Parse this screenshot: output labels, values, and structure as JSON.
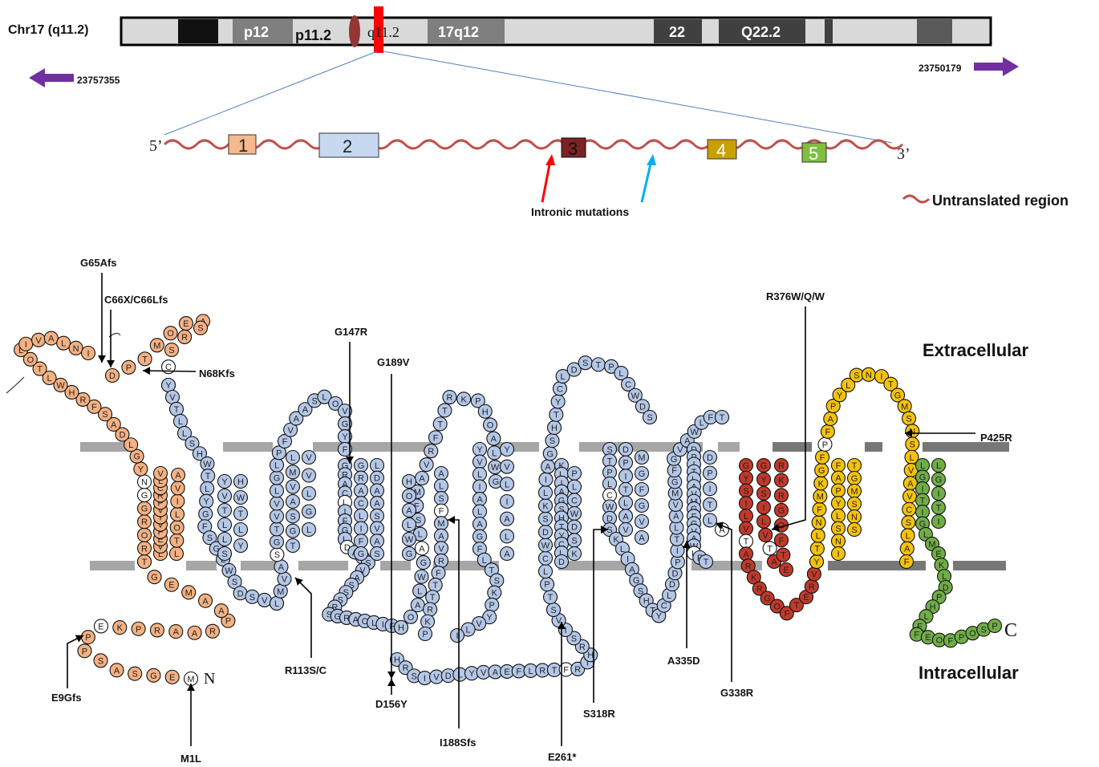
{
  "chromosome": {
    "label": "Chr17 (q11.2)",
    "bands": [
      "p12",
      "p11.2",
      "q11.2",
      "17q12",
      "22",
      "Q22.2"
    ],
    "coord_left": "23757355",
    "coord_right": "23750179"
  },
  "gene": {
    "five_prime": "5’",
    "three_prime": "3’",
    "exons": [
      {
        "label": "1",
        "color": "#f6b88e"
      },
      {
        "label": "2",
        "color": "#c6d9f1"
      },
      {
        "label": "3",
        "color": "#7b2323"
      },
      {
        "label": "4",
        "color": "#c9a000"
      },
      {
        "label": "5",
        "color": "#7fbf3f"
      }
    ],
    "intronic_label": "Intronic mutations",
    "legend_label": "Untranslated region"
  },
  "regions": {
    "extracellular": "Extracellular",
    "intracellular": "Intracellular",
    "n_term": "N",
    "c_term": "C"
  },
  "mutations": [
    "G65Afs",
    "C66X/C66Lfs",
    "N68Kfs",
    "G147R",
    "G189V",
    "R376W/Q/W",
    "P425R",
    "E9Gfs",
    "M1L",
    "R113S/C",
    "D156Y",
    "I188Sfs",
    "E261*",
    "S318R",
    "A335D",
    "G338R"
  ],
  "colors": {
    "orange": "#f4b183",
    "blue": "#b4c7e7",
    "red": "#c0392b",
    "yellow": "#f4c20d",
    "green": "#70ad47",
    "membrane": "#a6a6a6",
    "purple": "#7030a0"
  },
  "residues": {
    "n_tail": [
      "M",
      "E",
      "G",
      "S",
      "A",
      "S",
      "P",
      "P",
      "E",
      "K",
      "P",
      "R",
      "A",
      "A",
      "R",
      "P",
      "A",
      "A"
    ],
    "loop1": [
      "T",
      "R",
      "O",
      "R",
      "G",
      "G",
      "N",
      "Y",
      "G",
      "L",
      "D",
      "A",
      "S",
      "F",
      "R",
      "H",
      "W"
    ],
    "tm1": [
      "L",
      "T",
      "O",
      "L",
      "I",
      "V",
      "A",
      "L",
      "N",
      "I",
      "L",
      "V",
      "E",
      "F",
      "V",
      "Y",
      "V",
      "P",
      "R",
      "C",
      "L",
      "V"
    ],
    "loop_dpt": [
      "D",
      "P",
      "T",
      "M",
      "O",
      "E",
      "A",
      "S",
      "R",
      "S",
      "C",
      "N"
    ],
    "tm2": [
      "Y",
      "V",
      "T",
      "L",
      "L",
      "S",
      "H",
      "W",
      "T",
      "L",
      "Y",
      "G",
      "F",
      "S",
      "G",
      "L",
      "W",
      "S",
      "D",
      "S",
      "V",
      "G"
    ],
    "tm3": [
      "L",
      "M",
      "V",
      "A",
      "S",
      "G",
      "T",
      "V",
      "V",
      "L",
      "G",
      "L",
      "P",
      "F",
      "V",
      "A",
      "A",
      "S",
      "L",
      "O",
      "V",
      "G",
      "Y",
      "F"
    ],
    "tm4": [
      "G",
      "R",
      "A",
      "C",
      "L",
      "I",
      "F",
      "G",
      "L",
      "D",
      "A",
      "A",
      "S",
      "V",
      "A",
      "S",
      "S",
      "S",
      "R",
      "S"
    ],
    "tm5": [
      "H",
      "O",
      "A",
      "L",
      "W",
      "G",
      "A",
      "L",
      "S",
      "F",
      "M",
      "A",
      "V",
      "R",
      "F",
      "T",
      "T",
      "R",
      "K",
      "P"
    ],
    "tm6": [
      "Y",
      "V",
      "L",
      "I",
      "A",
      "L",
      "A",
      "G",
      "F",
      "L",
      "T",
      "S",
      "K",
      "P"
    ],
    "tm7": [
      "S",
      "T",
      "P",
      "L",
      "C",
      "W",
      "D",
      "S",
      "K",
      "L",
      "I",
      "A",
      "G",
      "S",
      "H",
      "T",
      "Y",
      "C",
      "L",
      "D"
    ],
    "tm8": [
      "D",
      "P",
      "I",
      "T",
      "L",
      "A",
      "V",
      "M",
      "G",
      "F",
      "G",
      "V",
      "A",
      "W",
      "L",
      "F",
      "T"
    ],
    "red": [
      "G",
      "Y",
      "S",
      "I",
      "L",
      "V",
      "T",
      "A",
      "R",
      "K",
      "R",
      "G",
      "O",
      "F",
      "T",
      "E",
      "R",
      "V",
      "L"
    ],
    "yellow": [
      "Y",
      "T",
      "L",
      "N",
      "F",
      "M",
      "K",
      "G",
      "F",
      "P",
      "F",
      "A",
      "P",
      "Y",
      "L",
      "S",
      "N",
      "I",
      "T",
      "G",
      "M",
      "S",
      "N",
      "S",
      "L",
      "V",
      "A",
      "V",
      "C",
      "S",
      "L",
      "A",
      "F"
    ],
    "green": [
      "L",
      "G",
      "I",
      "T",
      "I",
      "G",
      "L",
      "M",
      "E",
      "K",
      "L",
      "D",
      "P",
      "H",
      "L",
      "F",
      "F",
      "E",
      "O",
      "F",
      "P",
      "O",
      "S",
      "P"
    ],
    "cyto": [
      "H",
      "R",
      "S",
      "I",
      "V",
      "D",
      "L",
      "Y",
      "V",
      "A",
      "E",
      "F",
      "L",
      "R",
      "T",
      "F",
      "R",
      "T"
    ]
  }
}
